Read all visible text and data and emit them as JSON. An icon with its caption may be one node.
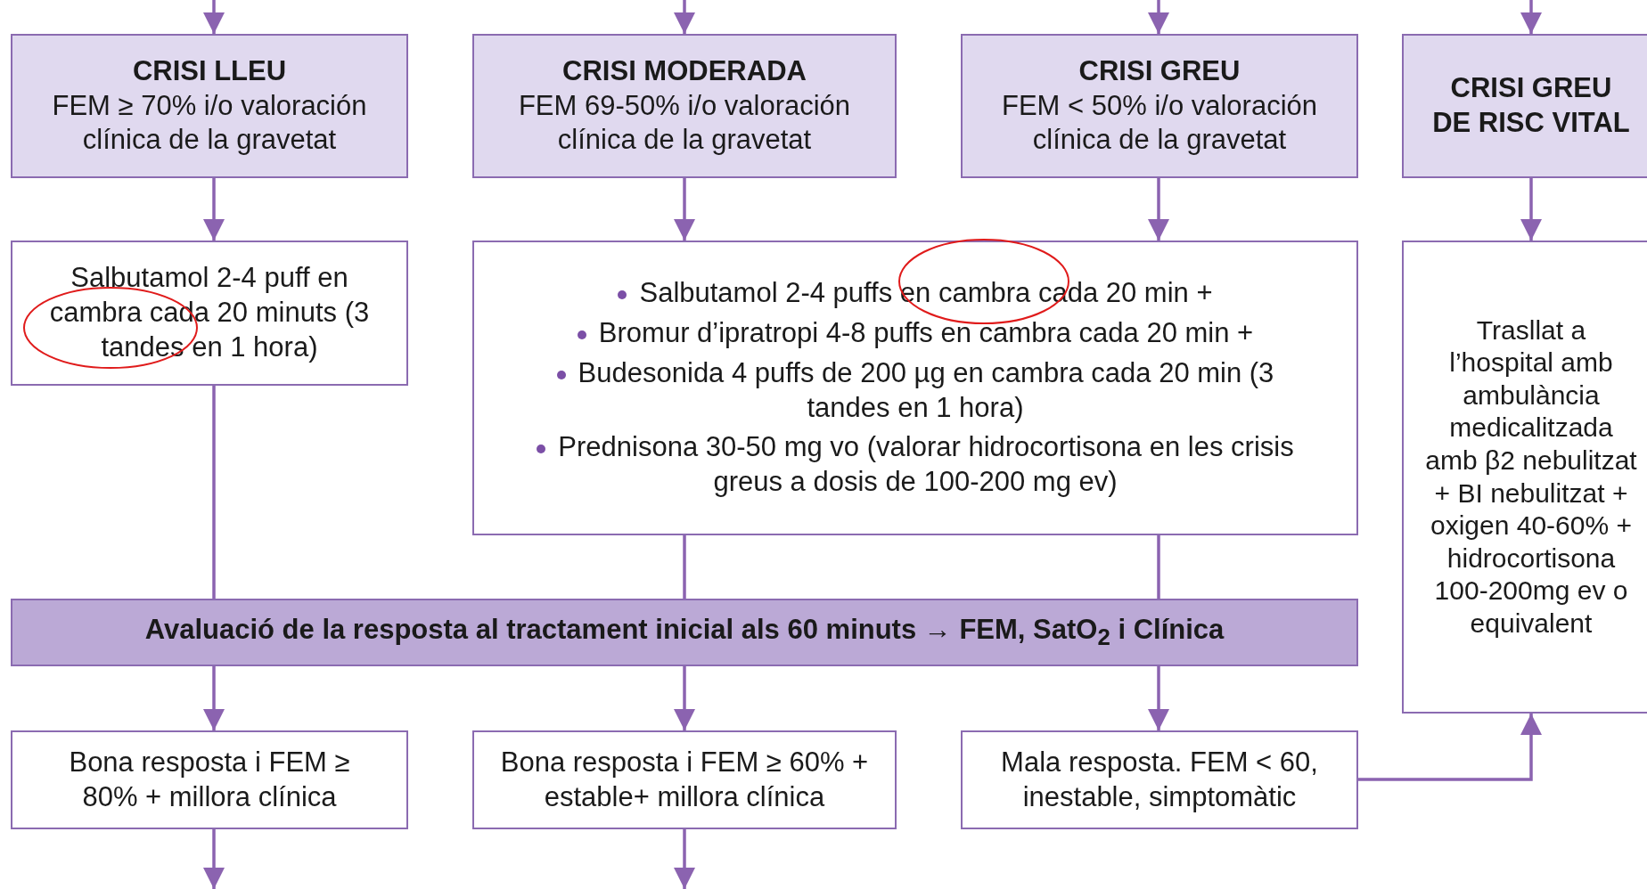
{
  "diagram": {
    "nodes": [
      {
        "text": [
          "CRISI LLEU",
          "FEM ≥ 70% i/o valoración clínica de la gravetat"
        ]
      },
      {
        "text": [
          "CRISI MODERADA",
          "FEM 69-50% i/o valoración clínica de la gravetat"
        ]
      },
      {
        "text": [
          "CRISI GREU",
          "FEM < 50% i/o valoración clínica de la gravetat"
        ]
      },
      {
        "text": [
          "CRISI GREU DE RISC VITAL"
        ]
      },
      {
        "text": [
          "Salbutamol 2-4 puff en cambra cada 20 minuts (3 tandes en 1 hora)"
        ]
      },
      {
        "text": [
          "Salbutamol 2-4 puffs en cambra cada 20 min +",
          "Bromur d’ipratropi 4-8 puffs  en cambra cada 20 min +",
          "Budesonida 4 puffs de 200 µg en cambra cada 20 min (3 tandes en 1 hora)",
          "Prednisona 30-50 mg vo (valorar hidrocortisona en les crisis greus a dosis de 100-200 mg ev)"
        ]
      },
      {
        "text": [
          "Trasllat a l’hospital amb ambulància medicalitzada amb β2 nebulitzat + BI nebulitzat + oxigen 40-60% + hidrocortisona 100-200mg ev o equivalent"
        ]
      },
      {
        "text": [
          "Avaluació de la resposta al tractament inicial als 60 minuts → FEM, SatO$_{2}$ i Clínica"
        ]
      },
      {
        "text": [
          "Bona resposta i FEM ≥ 80% + millora clínica"
        ]
      },
      {
        "text": [
          "Bona resposta i FEM ≥ 60% + estable+ millora clínica"
        ]
      },
      {
        "text": [
          "Mala resposta. FEM  < 60, inestable, simptomàtic"
        ]
      }
    ],
    "edges": [
      {
        "from": null,
        "to": 0,
        "arrow": "to"
      },
      {
        "from": null,
        "to": 1,
        "arrow": "to"
      },
      {
        "from": null,
        "to": 2,
        "arrow": "to"
      },
      {
        "from": null,
        "to": 3,
        "arrow": "to"
      },
      {
        "from": 0,
        "to": 4,
        "arrow": "to"
      },
      {
        "from": 1,
        "to": 5,
        "arrow": "to"
      },
      {
        "from": 2,
        "to": 5,
        "arrow": "to"
      },
      {
        "from": 3,
        "to": 6,
        "arrow": "to"
      },
      {
        "from": 4,
        "to": 7,
        "arrow": "none"
      },
      {
        "from": 5,
        "to": 7,
        "arrow": "none"
      },
      {
        "from": 5,
        "to": 7,
        "arrow": "none"
      },
      {
        "from": 7,
        "to": 8,
        "arrow": "to"
      },
      {
        "from": 7,
        "to": 9,
        "arrow": "to"
      },
      {
        "from": 7,
        "to": 10,
        "arrow": "to"
      },
      {
        "from": 10,
        "to": 6,
        "arrow": "to"
      },
      {
        "from": 8,
        "to": null,
        "arrow": "to"
      },
      {
        "from": 9,
        "to": null,
        "arrow": "to"
      }
    ]
  }
}
